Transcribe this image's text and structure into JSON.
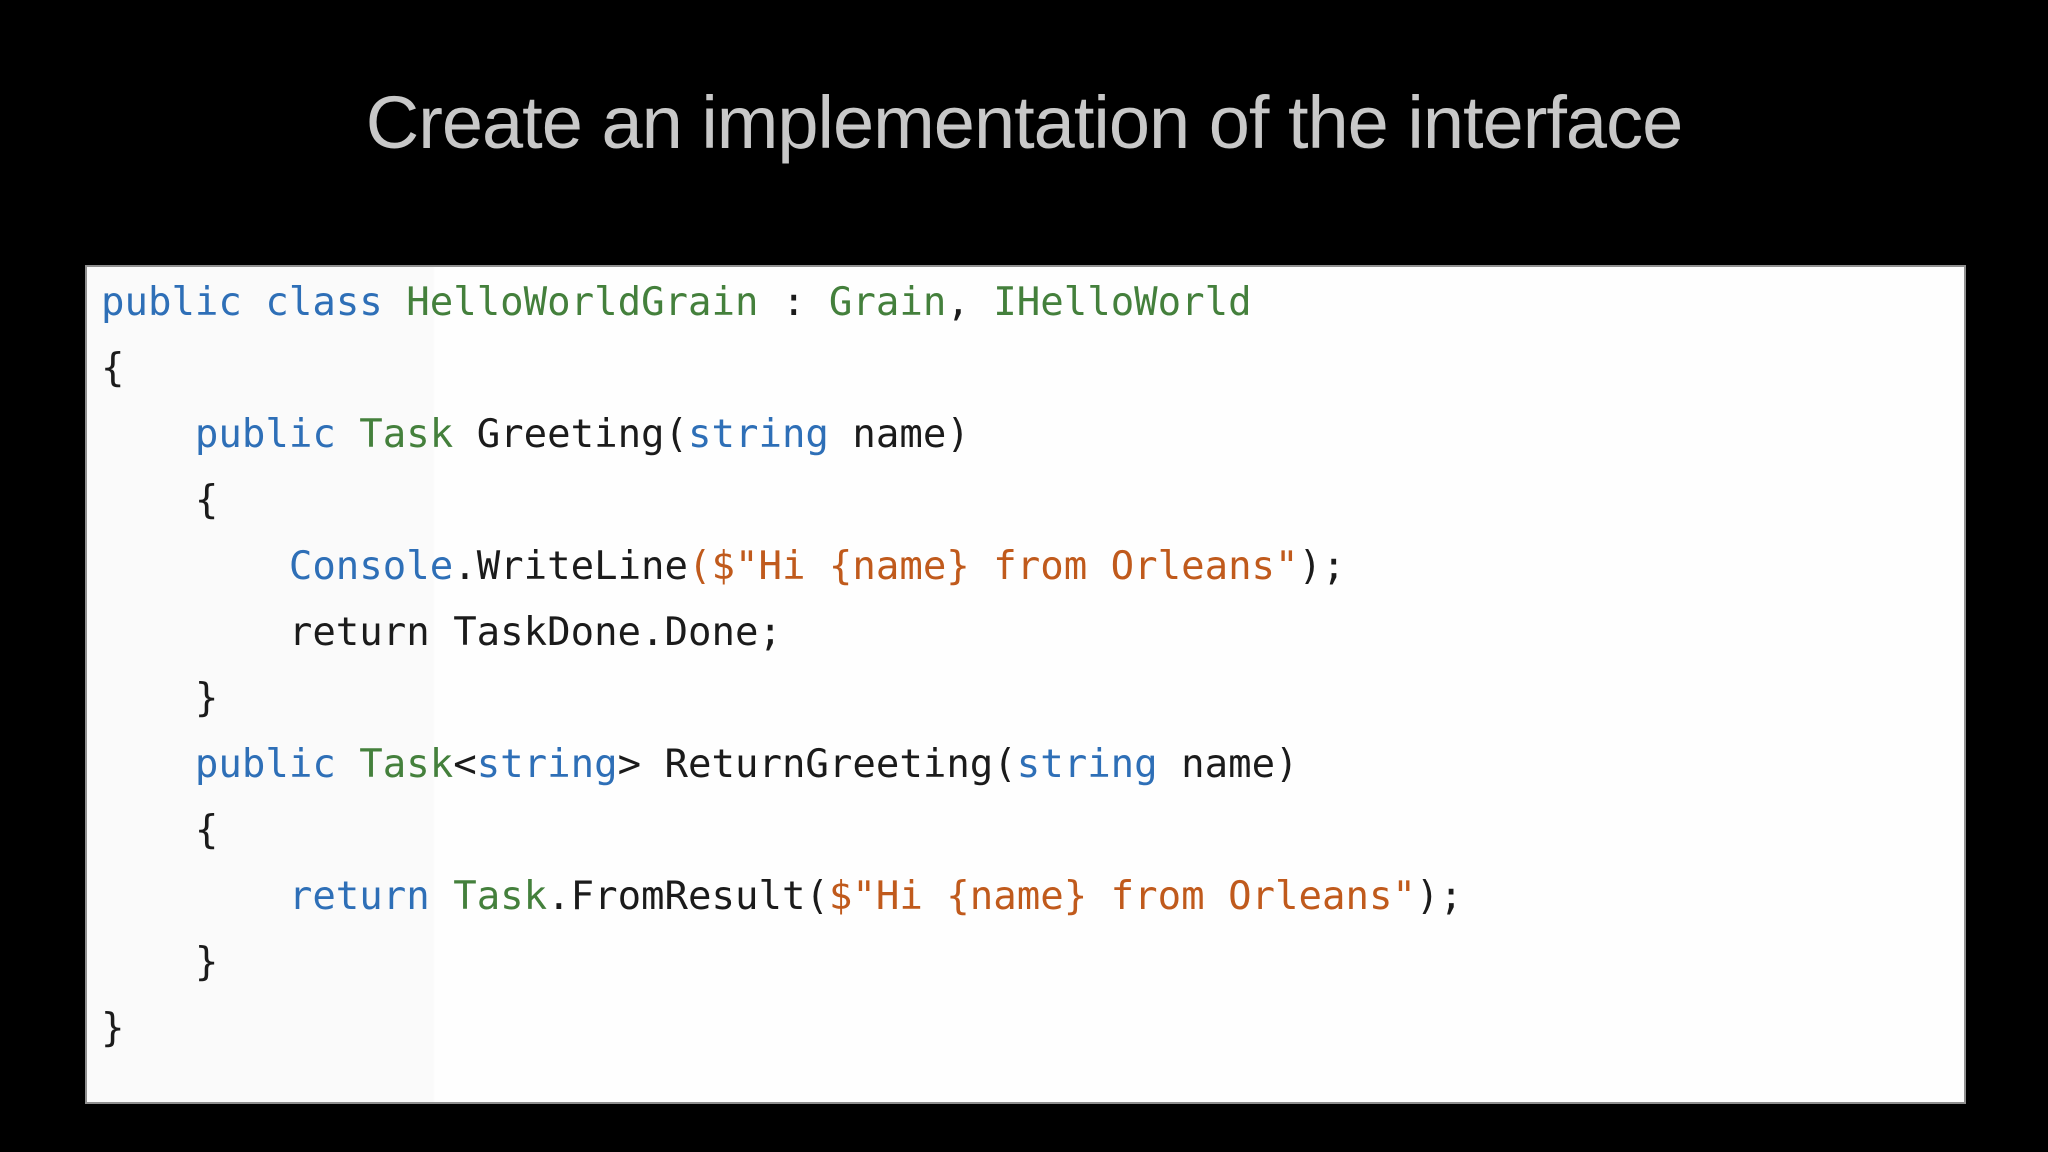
{
  "slide": {
    "title": "Create an implementation of the interface"
  },
  "colors": {
    "background": "#000000",
    "title_text": "#c8c8c8",
    "code_background": "#fcfcfc",
    "code_border": "#8f8f8f",
    "keyword_blue": "#2e6fb7",
    "type_green": "#44803c",
    "string_orange": "#c05a1c",
    "plain_text": "#1b1b1b"
  },
  "code": {
    "language": "csharp",
    "lines": [
      [
        [
          "kw",
          "public"
        ],
        [
          "plain",
          " "
        ],
        [
          "kw",
          "class"
        ],
        [
          "plain",
          " "
        ],
        [
          "type",
          "HelloWorldGrain"
        ],
        [
          "plain",
          " : "
        ],
        [
          "type",
          "Grain"
        ],
        [
          "plain",
          ", "
        ],
        [
          "type",
          "IHelloWorld"
        ]
      ],
      [
        [
          "plain",
          "{"
        ]
      ],
      [
        [
          "plain",
          "    "
        ],
        [
          "kw",
          "public"
        ],
        [
          "plain",
          " "
        ],
        [
          "type",
          "Task"
        ],
        [
          "plain",
          " Greeting("
        ],
        [
          "kw",
          "string"
        ],
        [
          "plain",
          " name)"
        ]
      ],
      [
        [
          "plain",
          "    {"
        ]
      ],
      [
        [
          "plain",
          "        "
        ],
        [
          "kw",
          "Console"
        ],
        [
          "plain",
          ".WriteLine"
        ],
        [
          "str",
          "($\"Hi {name} from Orleans\""
        ],
        [
          "plain",
          ");"
        ]
      ],
      [
        [
          "plain",
          "        return TaskDone.Done;"
        ]
      ],
      [
        [
          "plain",
          "    }"
        ]
      ],
      [
        [
          "plain",
          "    "
        ],
        [
          "kw",
          "public"
        ],
        [
          "plain",
          " "
        ],
        [
          "type",
          "Task"
        ],
        [
          "plain",
          "<"
        ],
        [
          "kw",
          "string"
        ],
        [
          "plain",
          "> ReturnGreeting("
        ],
        [
          "kw",
          "string"
        ],
        [
          "plain",
          " name)"
        ]
      ],
      [
        [
          "plain",
          "    {"
        ]
      ],
      [
        [
          "plain",
          "        "
        ],
        [
          "kw",
          "return"
        ],
        [
          "plain",
          " "
        ],
        [
          "type",
          "Task"
        ],
        [
          "plain",
          ".FromResult("
        ],
        [
          "str",
          "$\"Hi {name} from Orleans\""
        ],
        [
          "plain",
          ");"
        ]
      ],
      [
        [
          "plain",
          "    }"
        ]
      ],
      [
        [
          "plain",
          "}"
        ]
      ]
    ]
  }
}
